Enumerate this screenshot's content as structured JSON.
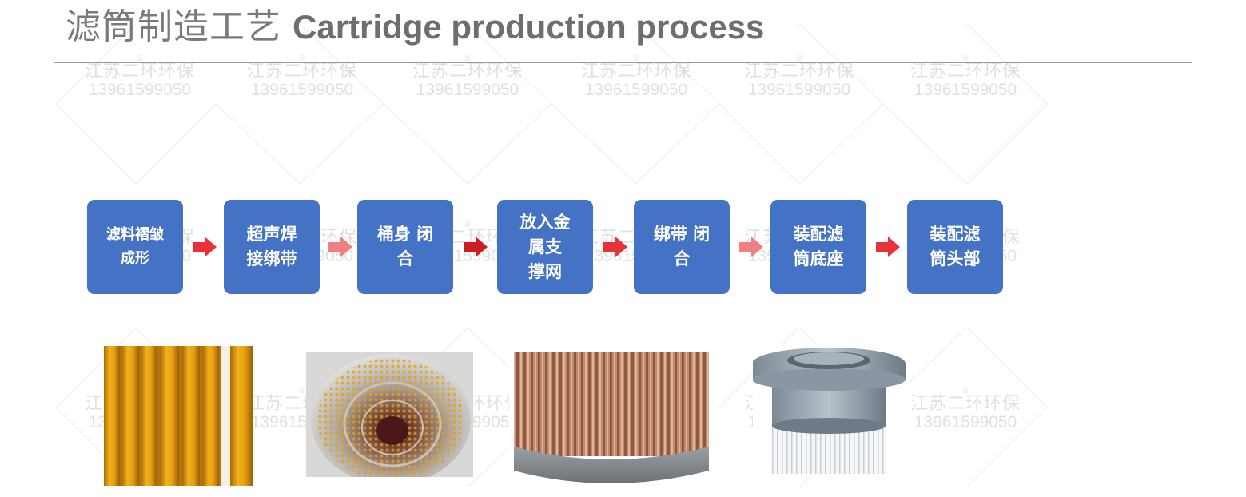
{
  "title": {
    "cn": "滤筒制造工艺",
    "en": "Cartridge production process"
  },
  "watermark": {
    "company": "江苏二环环保",
    "phone": "13961599050"
  },
  "steps": [
    {
      "label": "滤料褶皱\n成形"
    },
    {
      "label": "超声焊\n接绑带"
    },
    {
      "label": "桶身  闭\n合"
    },
    {
      "label": "放入金\n属支\n撑网"
    },
    {
      "label": "绑带  闭\n合"
    },
    {
      "label": "装配滤\n筒底座"
    },
    {
      "label": "装配滤\n筒头部"
    }
  ],
  "photos": [
    {
      "name": "pleated-filter-media-photo"
    },
    {
      "name": "metal-support-mesh-photo"
    },
    {
      "name": "cartridge-body-photo"
    },
    {
      "name": "cartridge-head-photo"
    }
  ],
  "colors": {
    "step_fill": "#4472c4",
    "arrow_colors": [
      "#e8323a",
      "#f07f84",
      "#c81e24",
      "#e8323a",
      "#f07f84",
      "#e8323a"
    ],
    "title_gray": "#7a7a7a"
  }
}
